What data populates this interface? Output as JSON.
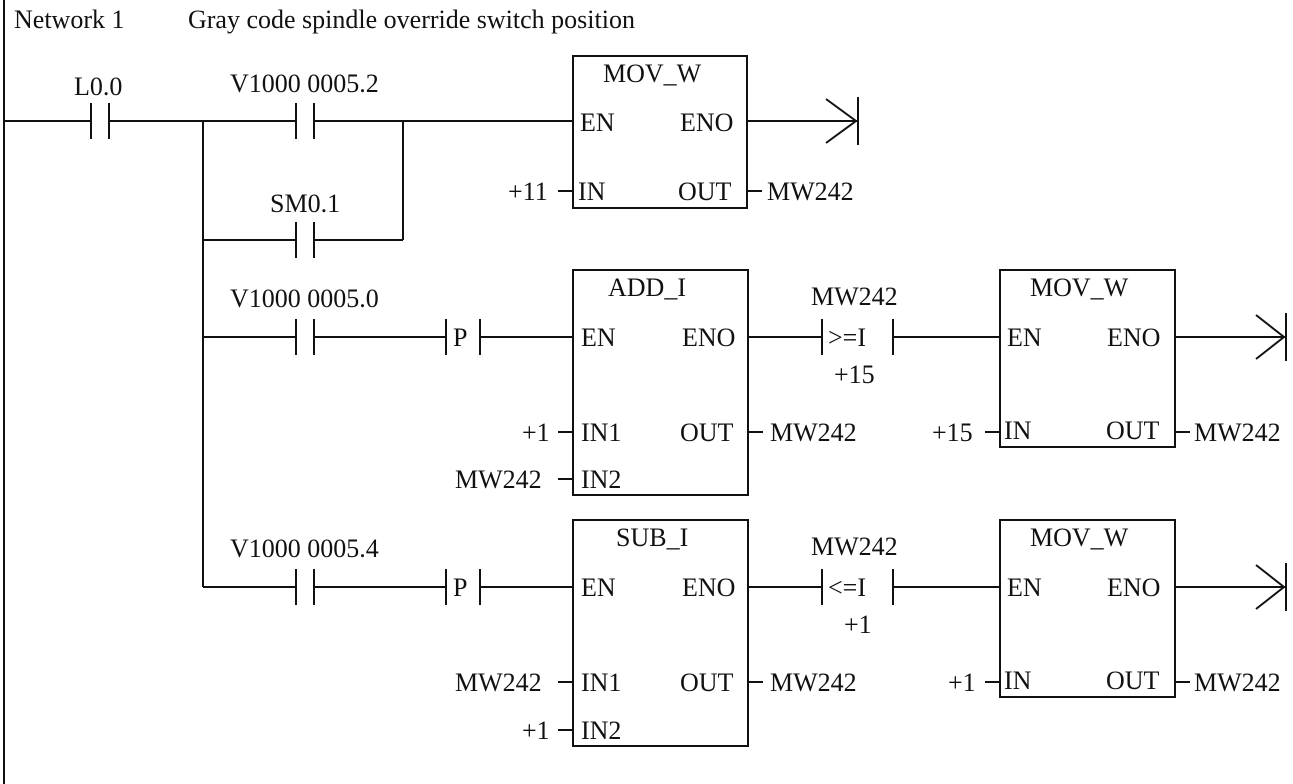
{
  "network": {
    "label": "Network 1",
    "comment": "Gray code spindle override switch position"
  },
  "contacts": {
    "l00": "L0.0",
    "v_52": "V1000 0005.2",
    "sm01": "SM0.1",
    "v_50": "V1000 0005.0",
    "v_54": "V1000 0005.4",
    "p_edge": "P"
  },
  "compares": {
    "ge": {
      "op": ">=I",
      "top": "MW242",
      "bottom": "+15"
    },
    "le": {
      "op": "<=I",
      "top": "MW242",
      "bottom": "+1"
    }
  },
  "blocks": {
    "mov1": {
      "title": "MOV_W",
      "en": "EN",
      "eno": "ENO",
      "in": "IN",
      "out": "OUT",
      "in_val": "+11",
      "out_val": "MW242"
    },
    "add": {
      "title": "ADD_I",
      "en": "EN",
      "eno": "ENO",
      "in1": "IN1",
      "in2": "IN2",
      "out": "OUT",
      "in1_val": "+1",
      "in2_val": "MW242",
      "out_val": "MW242"
    },
    "mov2": {
      "title": "MOV_W",
      "en": "EN",
      "eno": "ENO",
      "in": "IN",
      "out": "OUT",
      "in_val": "+15",
      "out_val": "MW242"
    },
    "sub": {
      "title": "SUB_I",
      "en": "EN",
      "eno": "ENO",
      "in1": "IN1",
      "in2": "IN2",
      "out": "OUT",
      "in1_val": "MW242",
      "in2_val": "+1",
      "out_val": "MW242"
    },
    "mov3": {
      "title": "MOV_W",
      "en": "EN",
      "eno": "ENO",
      "in": "IN",
      "out": "OUT",
      "in_val": "+1",
      "out_val": "MW242"
    }
  }
}
